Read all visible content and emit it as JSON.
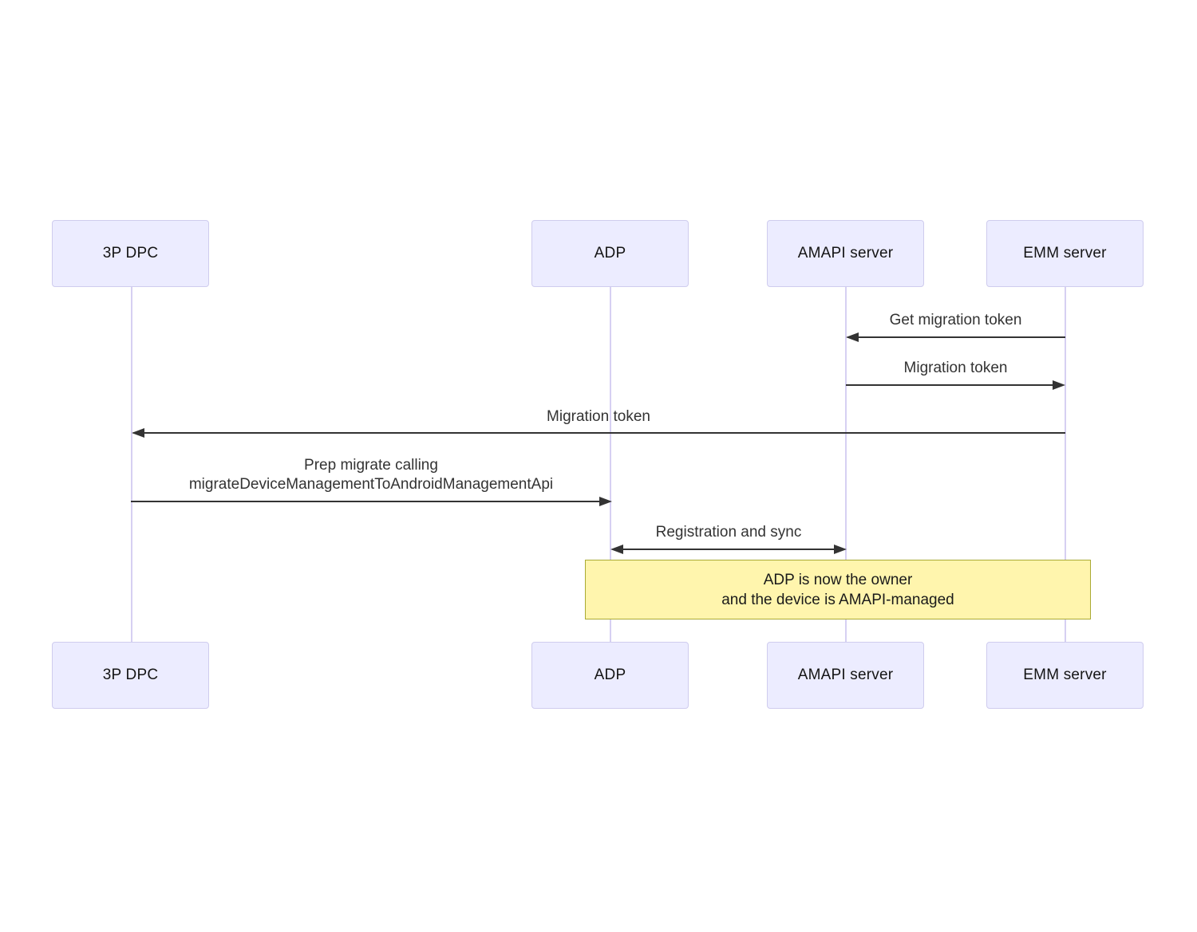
{
  "diagram": {
    "type": "sequence",
    "actors": [
      {
        "id": "3p-dpc",
        "label": "3P DPC"
      },
      {
        "id": "adp",
        "label": "ADP"
      },
      {
        "id": "amapi-server",
        "label": "AMAPI server"
      },
      {
        "id": "emm-server",
        "label": "EMM server"
      }
    ],
    "messages": [
      {
        "from": "EMM server",
        "to": "AMAPI server",
        "direction": "left",
        "label": "Get migration token"
      },
      {
        "from": "AMAPI server",
        "to": "EMM server",
        "direction": "right",
        "label": "Migration token"
      },
      {
        "from": "EMM server",
        "to": "3P DPC",
        "direction": "left",
        "label": "Migration token"
      },
      {
        "from": "3P DPC",
        "to": "ADP",
        "direction": "right",
        "label": "Prep migrate calling\nmigrateDeviceManagementToAndroidManagementApi"
      },
      {
        "from": "ADP",
        "to": "AMAPI server",
        "direction": "both",
        "label": "Registration and sync"
      }
    ],
    "note": {
      "spans": "ADP to EMM server",
      "text": "ADP is now the owner\nand the device is AMAPI-managed"
    },
    "colors": {
      "actor_fill": "#ECECFF",
      "actor_border": "#CFCCEE",
      "lifeline": "#D6D0F2",
      "arrow": "#333333",
      "message_text": "#333333",
      "note_fill": "#FFF5AD",
      "note_border": "#AAAA33",
      "background": "#FFFFFF"
    }
  }
}
